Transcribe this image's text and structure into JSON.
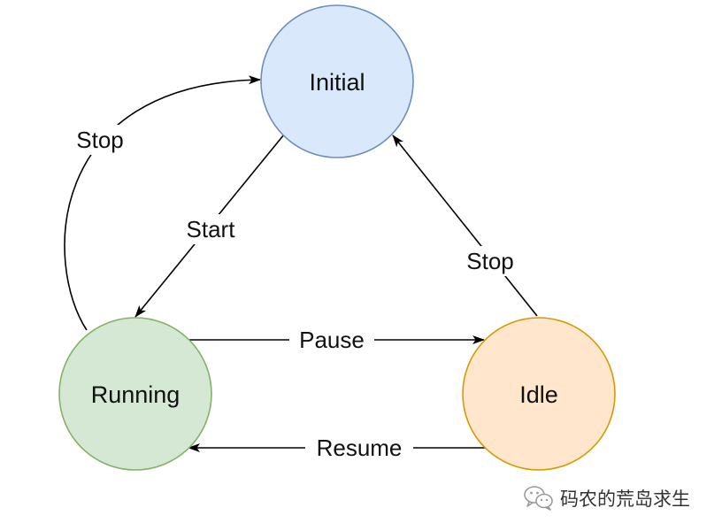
{
  "diagram": {
    "states": {
      "initial": {
        "label": "Initial",
        "fill": "#dae8fc",
        "stroke": "#6c8ebf"
      },
      "running": {
        "label": "Running",
        "fill": "#d5e8d4",
        "stroke": "#82b366"
      },
      "idle": {
        "label": "Idle",
        "fill": "#ffe6cc",
        "stroke": "#d79b00"
      }
    },
    "transitions": [
      {
        "from": "Initial",
        "to": "Running",
        "label": "Start"
      },
      {
        "from": "Running",
        "to": "Initial",
        "label": "Stop"
      },
      {
        "from": "Running",
        "to": "Idle",
        "label": "Pause"
      },
      {
        "from": "Idle",
        "to": "Running",
        "label": "Resume"
      },
      {
        "from": "Idle",
        "to": "Initial",
        "label": "Stop"
      }
    ]
  },
  "watermark": {
    "icon": "wechat-icon",
    "text": "码农的荒岛求生"
  }
}
